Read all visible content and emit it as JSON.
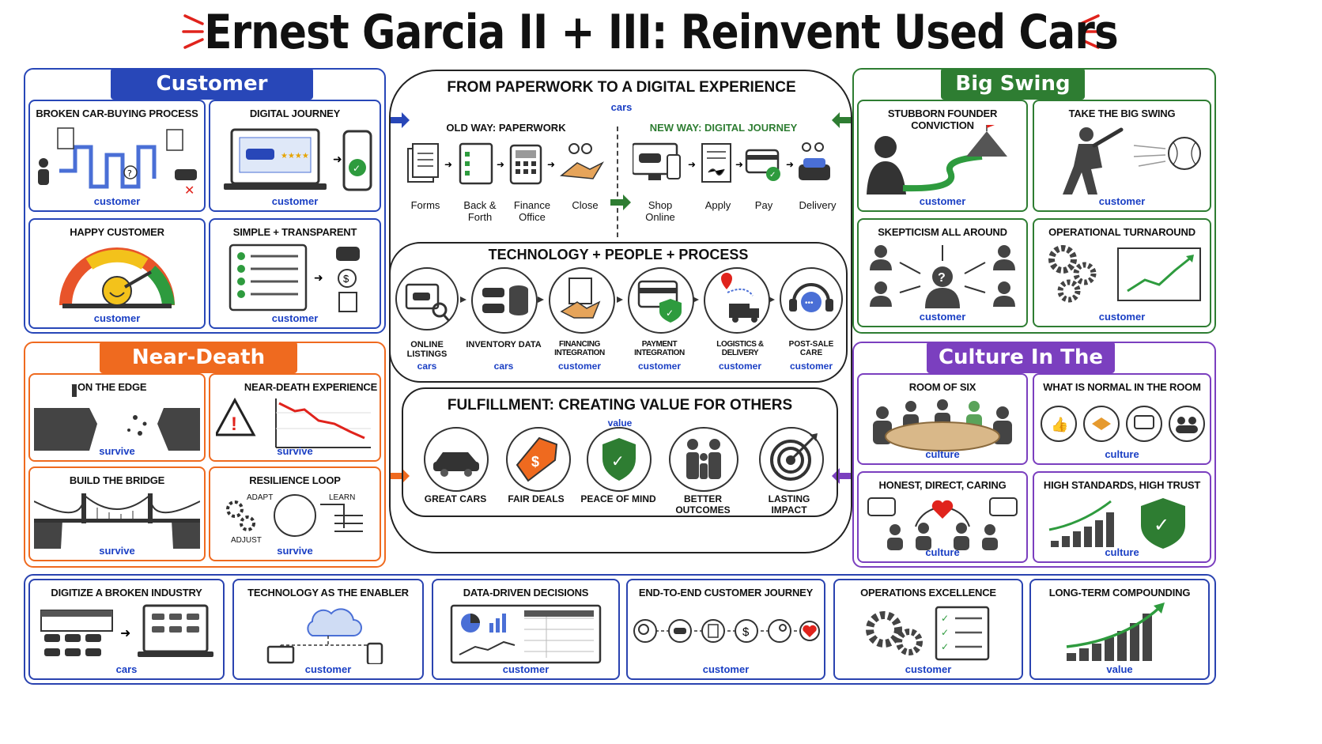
{
  "title": "Ernest Garcia II + III: Reinvent Used Cars",
  "colors": {
    "blue": "#2847b8",
    "orange": "#ef6a1f",
    "green": "#2e7d32",
    "purple": "#7b3fbf",
    "red": "#e0231c"
  },
  "customer_experience": {
    "title": "Customer Experience",
    "cards": [
      {
        "title": "Broken Car-Buying Process",
        "tag": "customer",
        "icon": "maze-icon"
      },
      {
        "title": "Digital Journey",
        "tag": "customer",
        "icon": "laptop-phone-icon"
      },
      {
        "title": "Happy Customer",
        "tag": "customer",
        "icon": "gauge-smile-icon"
      },
      {
        "title": "Simple + Transparent",
        "tag": "customer",
        "icon": "checklist-icon"
      }
    ]
  },
  "near_death": {
    "title": "Near-Death Moments",
    "cards": [
      {
        "title": "On The Edge",
        "tag": "survive",
        "icon": "cliff-icon"
      },
      {
        "title": "Near-Death Experience",
        "tag": "survive",
        "icon": "warning-chart-icon"
      },
      {
        "title": "Build The Bridge",
        "tag": "survive",
        "icon": "bridge-icon"
      },
      {
        "title": "Resilience Loop",
        "tag": "survive",
        "icon": "loop-icon",
        "labels": [
          "ADAPT",
          "LEARN",
          "ADJUST"
        ]
      }
    ]
  },
  "big_swing": {
    "title": "Big Swing",
    "cards": [
      {
        "title": "Stubborn Founder Conviction",
        "tag": "customer",
        "icon": "founder-mountain-icon"
      },
      {
        "title": "Take The Big Swing",
        "tag": "customer",
        "icon": "batter-icon"
      },
      {
        "title": "Skepticism All Around",
        "tag": "customer",
        "icon": "skeptics-icon"
      },
      {
        "title": "Operational Turnaround",
        "tag": "customer",
        "icon": "gears-chart-icon"
      }
    ]
  },
  "culture": {
    "title": "Culture In The Room",
    "cards": [
      {
        "title": "Room Of Six",
        "tag": "culture",
        "icon": "meeting-table-icon"
      },
      {
        "title": "What Is Normal In The Room",
        "tag": "culture",
        "icon": "culture-icons"
      },
      {
        "title": "Honest, Direct, Caring",
        "tag": "culture",
        "icon": "heart-people-icon"
      },
      {
        "title": "High Standards, High Trust",
        "tag": "culture",
        "icon": "shield-chart-icon"
      }
    ]
  },
  "center": {
    "paperwork": {
      "title": "FROM PAPERWORK TO A DIGITAL EXPERIENCE",
      "subtitle": "cars",
      "old_title": "OLD WAY: PAPERWORK",
      "new_title": "NEW WAY: DIGITAL JOURNEY",
      "old_steps": [
        "Forms",
        "Back & Forth",
        "Finance Office",
        "Close"
      ],
      "new_steps": [
        "Shop Online",
        "Apply",
        "Pay",
        "Delivery"
      ]
    },
    "tpp": {
      "title": "TECHNOLOGY + PEOPLE + PROCESS",
      "items": [
        {
          "label": "ONLINE  LISTINGS",
          "tag": "cars"
        },
        {
          "label": "INVENTORY DATA",
          "tag": "cars"
        },
        {
          "label": "FINANCING INTEGRATION",
          "tag": "customer"
        },
        {
          "label": "PAYMENT INTEGRATION",
          "tag": "customer"
        },
        {
          "label": "LOGISTICS & DELIVERY",
          "tag": "customer"
        },
        {
          "label": "POST-SALE CARE",
          "tag": "customer"
        }
      ]
    },
    "fulfillment": {
      "title": "FULFILLMENT: CREATING VALUE FOR OTHERS",
      "value_tag": "value",
      "items": [
        "GREAT CARS",
        "FAIR DEALS",
        "PEACE OF MIND",
        "BETTER OUTCOMES",
        "LASTING IMPACT"
      ]
    }
  },
  "bottom": [
    {
      "title": "Digitize A Broken Industry",
      "tag": "cars"
    },
    {
      "title": "Technology As The Enabler",
      "tag": "customer"
    },
    {
      "title": "Data-Driven Decisions",
      "tag": "customer"
    },
    {
      "title": "End-To-End Customer Journey",
      "tag": "customer"
    },
    {
      "title": "Operations Excellence",
      "tag": "customer"
    },
    {
      "title": "Long-Term Compounding",
      "tag": "value"
    }
  ]
}
